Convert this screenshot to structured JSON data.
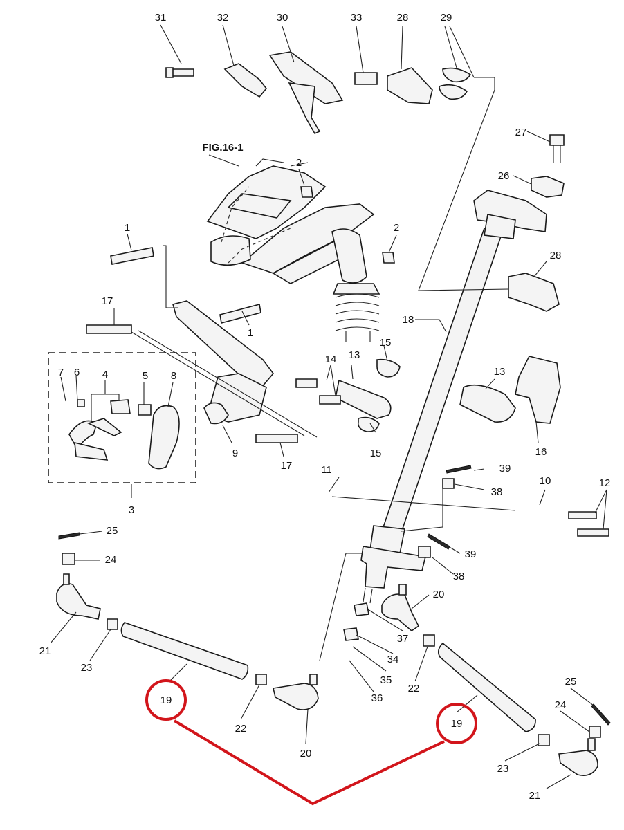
{
  "figure_ref": "FIG.16-1",
  "callouts": {
    "c1a": "1",
    "c1b": "1",
    "c2a": "2",
    "c2b": "2",
    "c3": "3",
    "c4": "4",
    "c5": "5",
    "c6": "6",
    "c7": "7",
    "c8": "8",
    "c9": "9",
    "c10": "10",
    "c11": "11",
    "c12": "12",
    "c13a": "13",
    "c13b": "13",
    "c14": "14",
    "c15a": "15",
    "c15b": "15",
    "c16": "16",
    "c17a": "17",
    "c17b": "17",
    "c18": "18",
    "c19a": "19",
    "c19b": "19",
    "c20a": "20",
    "c20b": "20",
    "c21a": "21",
    "c21b": "21",
    "c22a": "22",
    "c22b": "22",
    "c23a": "23",
    "c23b": "23",
    "c24a": "24",
    "c24b": "24",
    "c25a": "25",
    "c25b": "25",
    "c26": "26",
    "c27": "27",
    "c28a": "28",
    "c28b": "28",
    "c29": "29",
    "c30": "30",
    "c31": "31",
    "c32": "32",
    "c33": "33",
    "c34": "34",
    "c35": "35",
    "c36": "36",
    "c37": "37",
    "c38a": "38",
    "c38b": "38",
    "c39a": "39",
    "c39b": "39"
  },
  "highlight": {
    "color": "#d2151b",
    "circled_part": "19"
  }
}
